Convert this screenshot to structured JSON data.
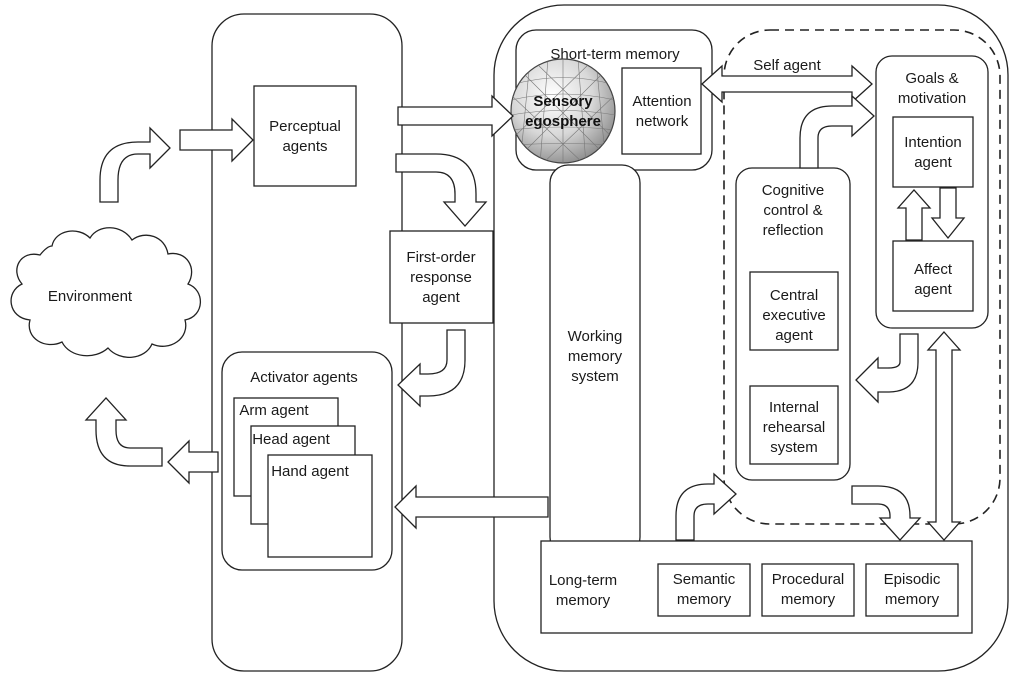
{
  "labels": {
    "environment": "Environment",
    "perceptual": [
      "Perceptual",
      "agents"
    ],
    "first_order": [
      "First-order",
      "response",
      "agent"
    ],
    "activator": "Activator agents",
    "arm": "Arm agent",
    "head": "Head agent",
    "hand": "Hand agent",
    "short_term": "Short-term memory",
    "sensory": [
      "Sensory",
      "egosphere"
    ],
    "attention": [
      "Attention",
      "network"
    ],
    "self_agent": "Self agent",
    "goals": [
      "Goals &",
      "motivation"
    ],
    "intention": [
      "Intention",
      "agent"
    ],
    "affect": [
      "Affect",
      "agent"
    ],
    "cognitive": [
      "Cognitive",
      "control &",
      "reflection"
    ],
    "central": [
      "Central",
      "executive",
      "agent"
    ],
    "internal": [
      "Internal",
      "rehearsal",
      "system"
    ],
    "working": [
      "Working",
      "memory",
      "system"
    ],
    "long_term": [
      "Long-term",
      "memory"
    ],
    "semantic": [
      "Semantic",
      "memory"
    ],
    "procedural": [
      "Procedural",
      "memory"
    ],
    "episodic": [
      "Episodic",
      "memory"
    ]
  }
}
